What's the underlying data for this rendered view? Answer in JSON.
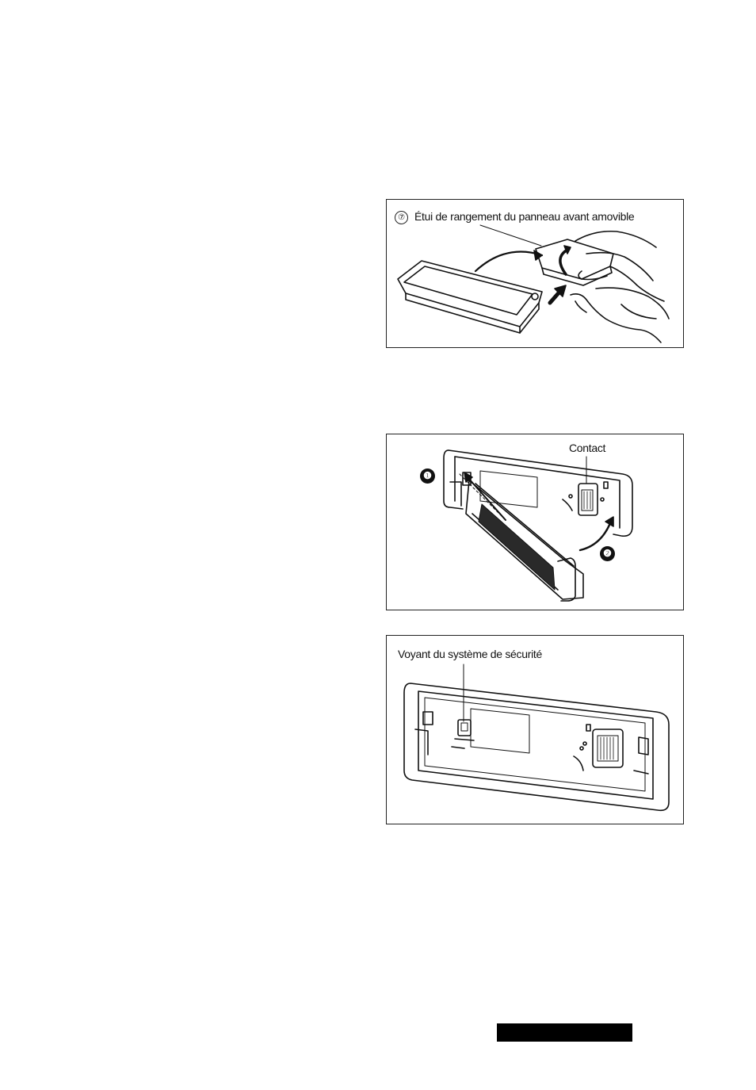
{
  "figures": [
    {
      "id": "storage-case",
      "number": "⑦",
      "caption": "Étui de rangement du panneau avant amovible"
    },
    {
      "id": "attach-panel",
      "caption": "Contact",
      "steps": [
        "❶",
        "❷"
      ]
    },
    {
      "id": "security-indicator",
      "caption": "Voyant du système de sécurité"
    }
  ],
  "colors": {
    "line": "#111111",
    "border": "#222222",
    "dark_fill": "#2a2a2a",
    "footer_bar": "#000000"
  }
}
